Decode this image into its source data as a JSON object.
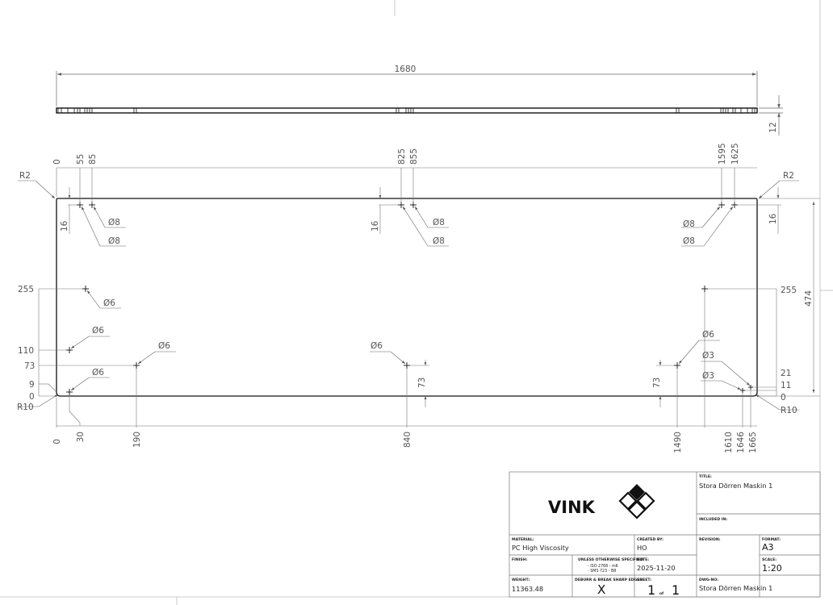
{
  "drawing": {
    "overall_length": "1680",
    "thickness": "12",
    "height": "474",
    "radius_top_left": "R2",
    "radius_top_right": "R2",
    "radius_bottom_left": "R10",
    "radius_bottom_right": "R10",
    "top_dims": [
      "0",
      "55",
      "85",
      "825",
      "855",
      "1595",
      "1625"
    ],
    "bottom_dims": [
      "0",
      "30",
      "190",
      "840",
      "1490",
      "1610",
      "1646",
      "1665"
    ],
    "left_dims": [
      "255",
      "110",
      "73",
      "9",
      "0"
    ],
    "right_dims": [
      "255",
      "21",
      "11",
      "0"
    ],
    "hole_offset_16": "16",
    "hole_offset_73": "73",
    "callouts": {
      "d8": "Ø8",
      "d6": "Ø6",
      "d3": "Ø3"
    }
  },
  "title_block": {
    "logo_text": "VINK",
    "labels": {
      "title": "TITLE:",
      "included_in": "INCLUDED IN:",
      "material": "MATERIAL:",
      "created_by": "CREATED BY:",
      "revision": "REVISION:",
      "format": "FORMAT:",
      "finish": "FINISH:",
      "unless": "UNLESS OTHERWISE SPECIFIED:",
      "date": "DATE:",
      "scale": "SCALE:",
      "weight": "WEIGHT:",
      "deburr": "DEBURR & BREAK SHARP EDGES:",
      "sheet": "SHEET:",
      "dwg_no": "DWG-NO:"
    },
    "values": {
      "title": "Stora Dörren Maskin 1",
      "material": "PC High Viscosity",
      "created_by": "HO",
      "format": "A3",
      "std_1": "- ISO 2768 - mK",
      "std_2": "- SMS 723 - B8",
      "date": "2025-11-20",
      "scale": "1:20",
      "weight": "11363.48",
      "deburr": "X",
      "sheet_num": "1",
      "sheet_of": "of",
      "sheet_total": "1",
      "dwg_no": "Stora Dörren Maskin 1"
    }
  }
}
